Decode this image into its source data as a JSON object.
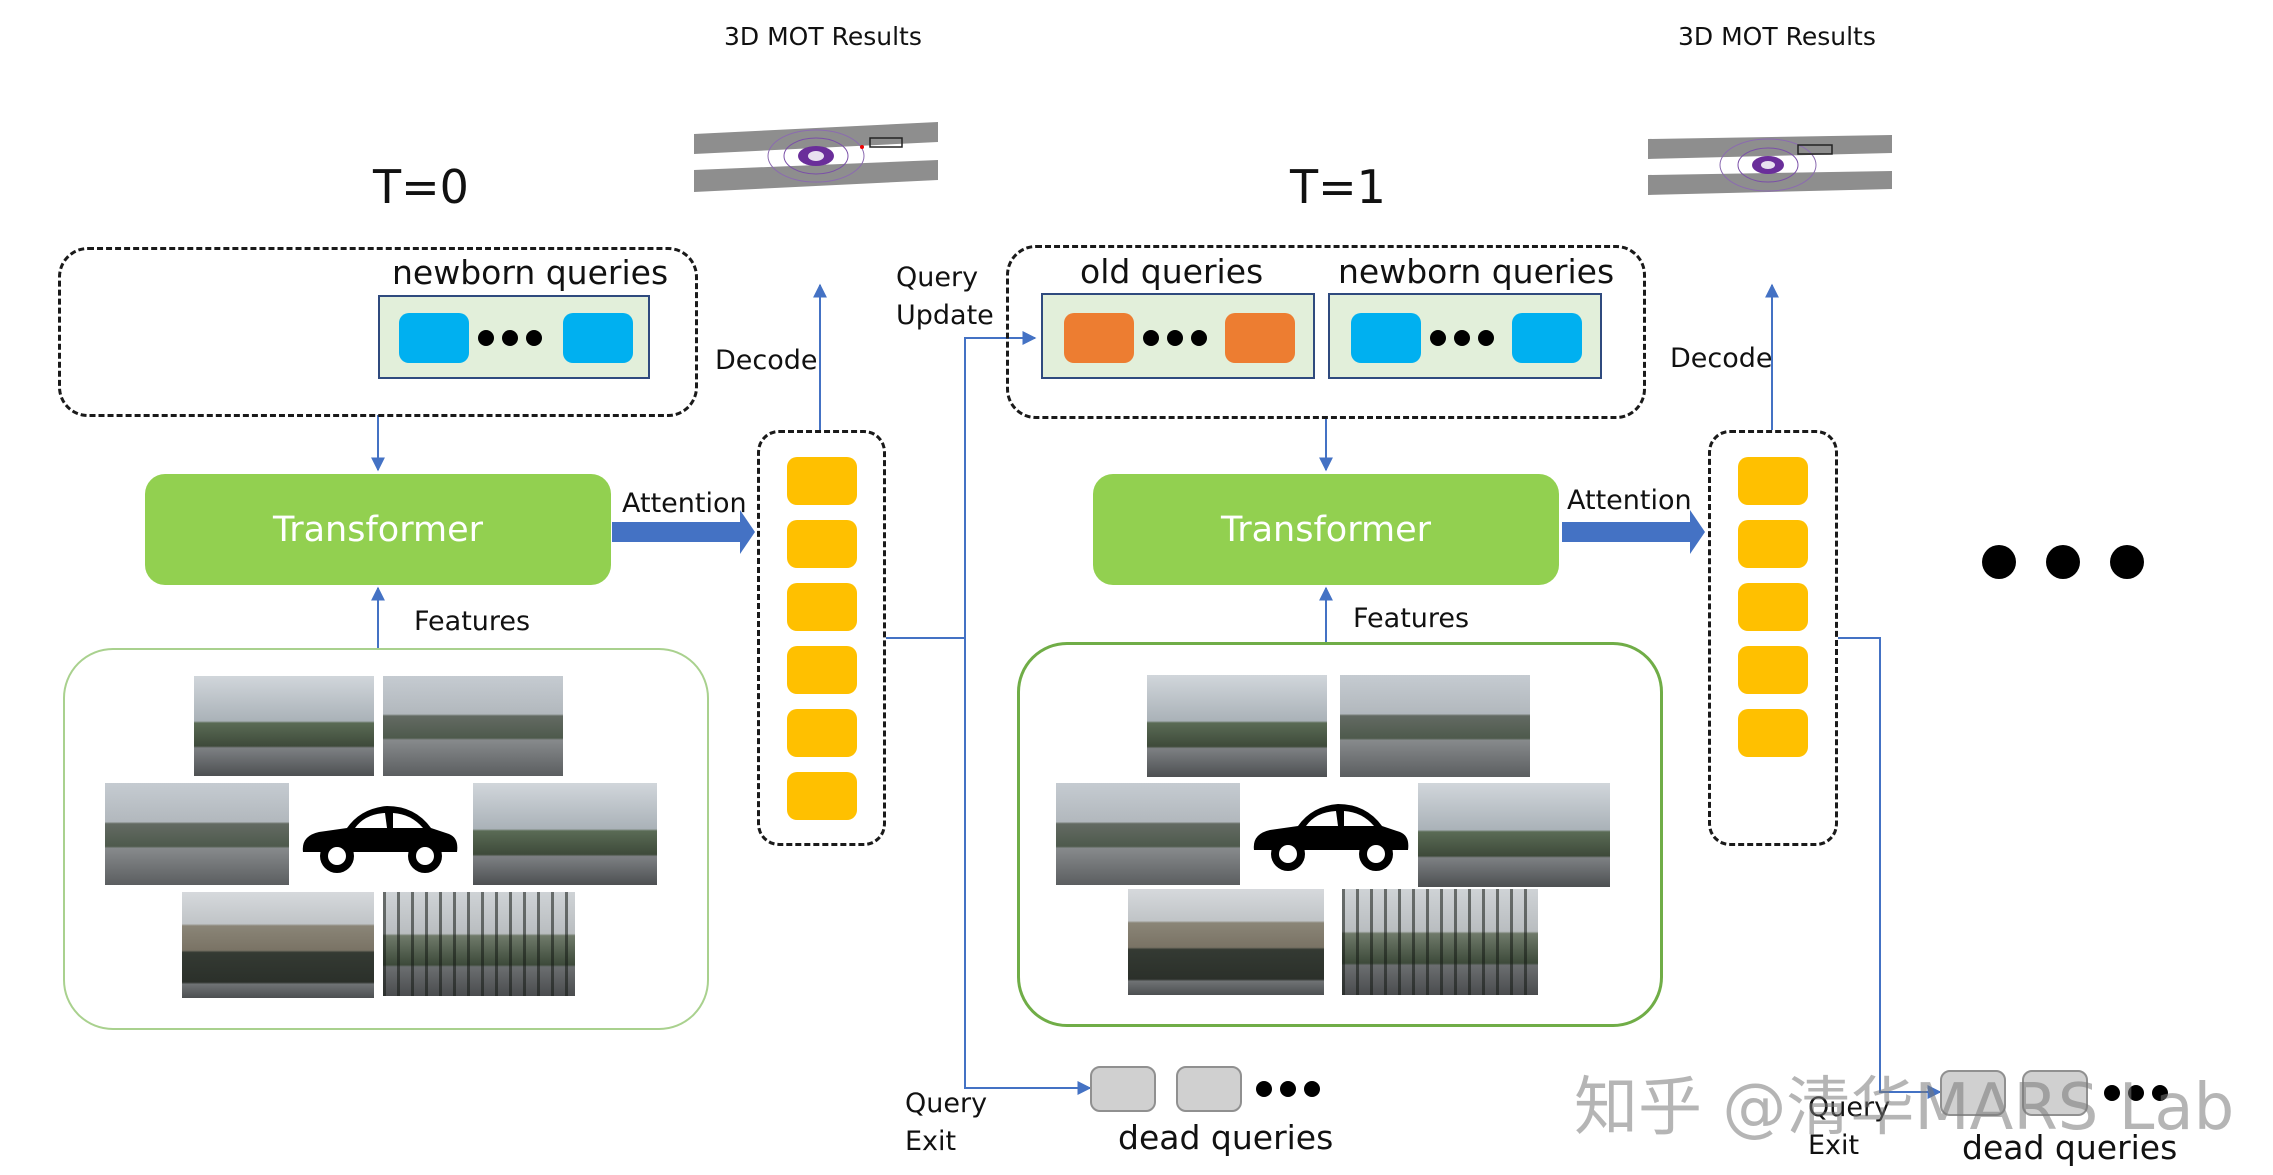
{
  "mot_title": "3D MOT Results",
  "left": {
    "time_label": "T=0",
    "newborn_label": "newborn queries",
    "decode_label": "Decode",
    "attention_label": "Attention",
    "transformer_label": "Transformer",
    "features_label": "Features"
  },
  "middle": {
    "query_update_label_1": "Query",
    "query_update_label_2": "Update",
    "query_exit_label_1": "Query",
    "query_exit_label_2": "Exit",
    "dead_queries_label": "dead queries"
  },
  "right": {
    "time_label": "T=1",
    "old_label": "old queries",
    "newborn_label": "newborn queries",
    "decode_label": "Decode",
    "attention_label": "Attention",
    "transformer_label": "Transformer",
    "features_label": "Features",
    "query_exit_label_1": "Query",
    "query_exit_label_2": "Exit",
    "dead_queries_label": "dead queries"
  },
  "watermark": "知乎 @清华MARS Lab",
  "colors": {
    "transformer": "#92d050",
    "newborn_query": "#00b0f0",
    "old_query": "#ed7d31",
    "decoded_query": "#ffc000",
    "dead_query": "#d0d0d0",
    "arrow": "#4472c4"
  }
}
